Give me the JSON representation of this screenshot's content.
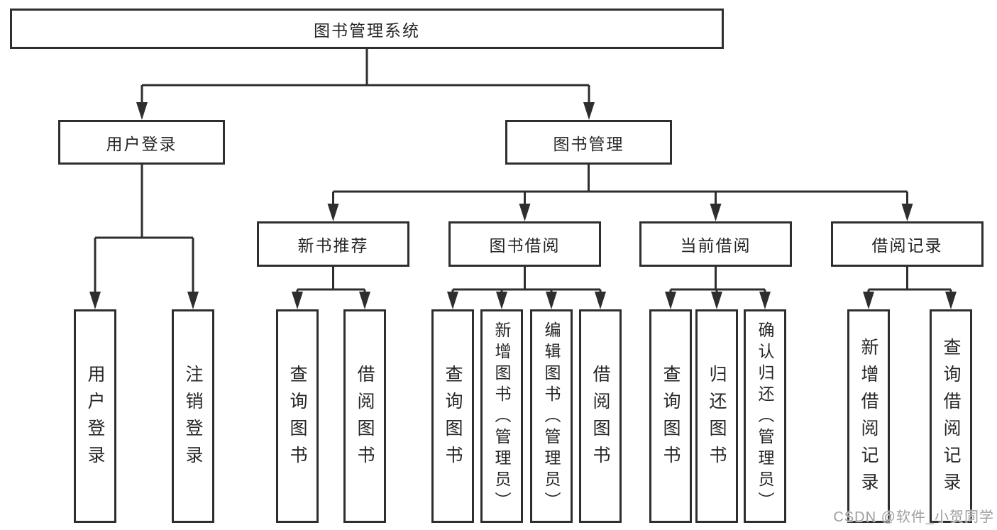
{
  "diagram": {
    "root": {
      "label": "图书管理系统"
    },
    "level2": {
      "user_login": {
        "label": "用户登录"
      },
      "book_mgmt": {
        "label": "图书管理"
      }
    },
    "level3": {
      "new_book_rec": {
        "label": "新书推荐"
      },
      "book_borrow": {
        "label": "图书借阅"
      },
      "current_borrow": {
        "label": "当前借阅"
      },
      "borrow_records": {
        "label": "借阅记录"
      }
    },
    "leaves": {
      "user_login_leaf": {
        "label": "用户登录"
      },
      "logout": {
        "label": "注销登录"
      },
      "rec_query_books": {
        "label": "查询图书"
      },
      "rec_borrow_books": {
        "label": "借阅图书"
      },
      "bb_query_books": {
        "label": "查询图书"
      },
      "bb_add_books": {
        "label": "新增图书（管理员）"
      },
      "bb_edit_books": {
        "label": "编辑图书（管理员）"
      },
      "bb_borrow_books": {
        "label": "借阅图书"
      },
      "cb_query_books": {
        "label": "查询图书"
      },
      "cb_return_books": {
        "label": "归还图书"
      },
      "cb_confirm_return": {
        "label": "确认归还（管理员）"
      },
      "br_add_record": {
        "label": "新增借阅记录"
      },
      "br_query_record": {
        "label": "查询借阅记录"
      }
    }
  },
  "watermark": {
    "text": "CSDN @软件_小贺同学"
  },
  "colors": {
    "line": "#2e2e2e",
    "text": "#262626",
    "watermark": "#9e9e9e",
    "background": "#ffffff"
  }
}
